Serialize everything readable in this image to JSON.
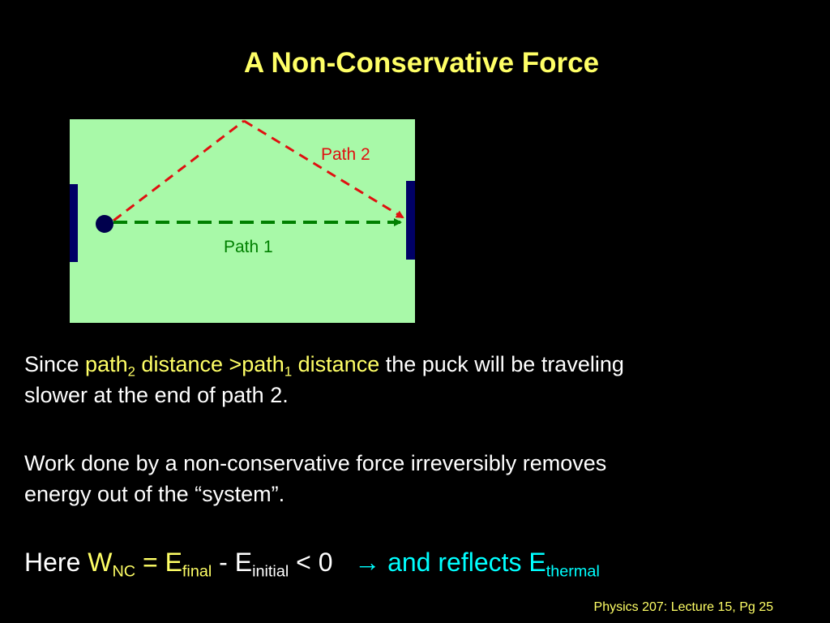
{
  "title": "A Non-Conservative Force",
  "diagram": {
    "path1_label": "Path 1",
    "path2_label": "Path 2"
  },
  "colors": {
    "background": "#000000",
    "title": "#ffff66",
    "table": "#a8f9a8",
    "wall": "#000066",
    "puck": "#00004d",
    "path1": "#008000",
    "path2": "#e01010",
    "highlight": "#ffff66",
    "accent": "#00ffff"
  },
  "text1": {
    "since": "Since ",
    "path": "path",
    "sub2": "2",
    "distance_gt": " distance >",
    "path_b": "path",
    "sub1": "1",
    "distance": " distance",
    "rest": " the puck will be traveling",
    "line2": "slower at the end of path 2."
  },
  "text2": {
    "line1": "Work done by a non-conservative force irreversibly removes",
    "line2": "energy out of the “system”."
  },
  "equation": {
    "here": "Here ",
    "w": "W",
    "w_sub": "NC",
    "eq": " =  ",
    "e1": "E",
    "e1_sub": "final",
    "minus": " - ",
    "e2": "E",
    "e2_sub": "initial",
    "lt": " < 0",
    "arrow": "→",
    "reflects": " and reflects ",
    "e3": "E",
    "e3_sub": "thermal"
  },
  "footer": "Physics 207: Lecture 15, Pg 25"
}
